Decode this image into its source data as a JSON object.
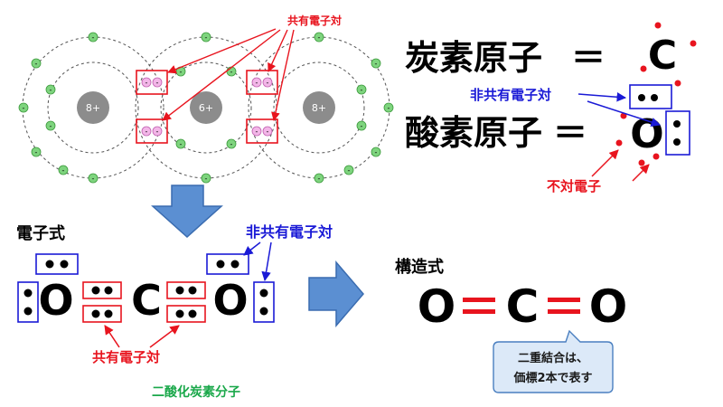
{
  "colors": {
    "red": "#e8141e",
    "blue": "#1a1ad6",
    "green": "#1aa84a",
    "arrow_fill": "#5b8fd2",
    "arrow_stroke": "#3a6cb0",
    "callout_fill": "#dce9f8",
    "callout_stroke": "#4a7fc0",
    "nucleus": "#8c8c8c",
    "electron": "#7ed47e"
  },
  "shell_model": {
    "shared_pair_label": "共有電子対",
    "nuclei": [
      "8+",
      "6+",
      "8+"
    ],
    "electron_symbol": "-"
  },
  "atoms": {
    "carbon_label": "炭素原子",
    "oxygen_label": "酸素原子",
    "equals": "＝",
    "carbon_symbol": "C",
    "oxygen_symbol": "O",
    "lone_pair_label": "非共有電子対",
    "unpaired_label": "不対電子"
  },
  "electron_formula": {
    "title": "電子式",
    "lone_pair_label": "非共有電子対",
    "shared_pair_label": "共有電子対",
    "molecule_name": "二酸化炭素分子",
    "symbols": [
      "O",
      "C",
      "O"
    ]
  },
  "structural_formula": {
    "title": "構造式",
    "symbols": [
      "O",
      "C",
      "O"
    ],
    "callout_lines": [
      "二重結合は、",
      "価標2本で表す"
    ]
  }
}
